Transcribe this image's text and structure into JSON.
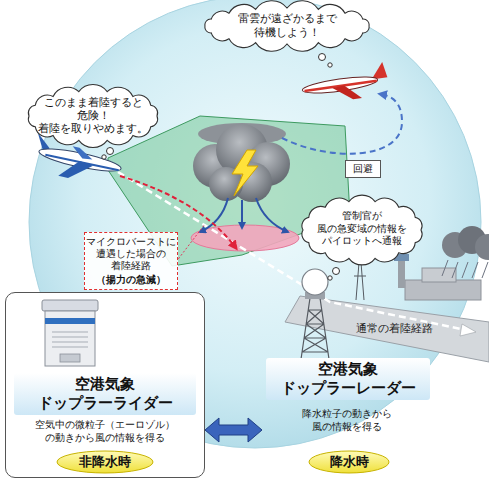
{
  "diagram": {
    "nodes": [
      {
        "text": [
          "雷雲が遠ざかるまで 待機しよう！"
        ]
      },
      {
        "text": [
          "このまま着陸すると 危険！ 着陸を取りやめます。"
        ]
      },
      {
        "text": [
          "回避"
        ]
      },
      {
        "text": [
          "管制官が 風の急変域の情報を パイロットへ通報"
        ]
      },
      {
        "text": [
          "マイクロバーストに 遭遇した場合の 着陸経路",
          "（揚力の急減）"
        ]
      },
      {
        "text": [
          "空港気象 ドップラーライダー",
          "空気中の微粒子（エーロゾル） の動きから風の情報を得る"
        ]
      },
      {
        "text": [
          "非降水時"
        ],
        "in": 5
      },
      {
        "text": [
          "空港気象 ドップラーレーダー",
          "降水粒子の動きから 風の情報を得る"
        ]
      },
      {
        "text": [
          "降水時"
        ],
        "in": 7
      }
    ],
    "edges": [
      {
        "from": 5,
        "to": 7,
        "arrow": "both"
      }
    ],
    "labels": [
      "通常の着陸経路"
    ]
  }
}
